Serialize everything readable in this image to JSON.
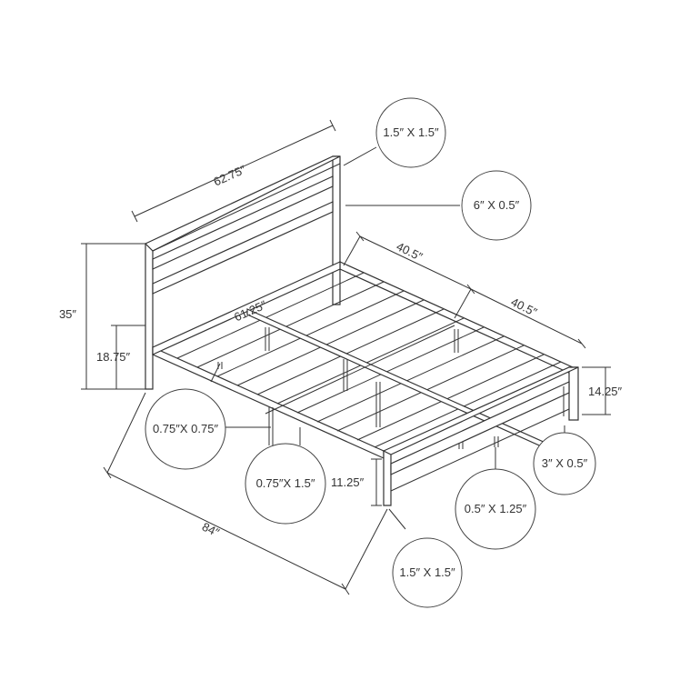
{
  "dimensions": {
    "headboard_width": "62.75″",
    "overall_height": "35″",
    "headboard_leg_height": "18.75″",
    "inner_width": "61.25″",
    "side_rail_front": "40.5″",
    "side_rail_back": "40.5″",
    "footboard_height": "14.25″",
    "footboard_clearance": "11.25″",
    "overall_length": "84″"
  },
  "callouts": {
    "post_top": "1.5″ X 1.5″",
    "headboard_panel": "6″ X 0.5″",
    "slat": "0.75″X 0.75″",
    "center_rail": "0.75″X 1.5″",
    "footboard_panel": "3″ X 0.5″",
    "foot_rail": "0.5″ X 1.25″",
    "post_bottom": "1.5″ X 1.5″"
  }
}
